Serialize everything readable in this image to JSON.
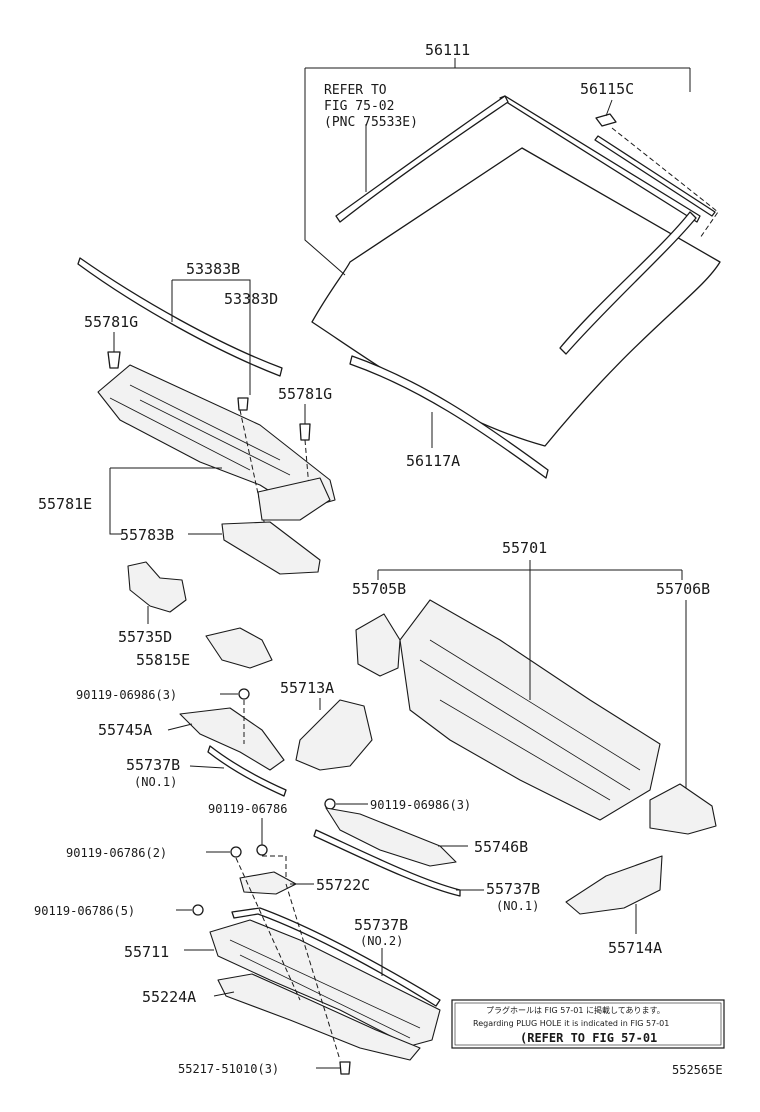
{
  "labels": {
    "p56111": "56111",
    "refer_l1": "REFER TO",
    "refer_l2": "FIG 75-02",
    "refer_l3": "(PNC 75533E)",
    "p56115c": "56115C",
    "p53383b": "53383B",
    "p53383d": "53383D",
    "p55781g_a": "55781G",
    "p55781g_b": "55781G",
    "p56117a": "56117A",
    "p55781e": "55781E",
    "p55783b": "55783B",
    "p55701": "55701",
    "p55705b": "55705B",
    "p55706b": "55706B",
    "p55735d": "55735D",
    "p55815e": "55815E",
    "b_90119_06986_3a": "90119-06986(3)",
    "p55713a": "55713A",
    "p55745a": "55745A",
    "p55737b_1": "55737B",
    "no1_a": "(NO.1)",
    "b_90119_06986_3b": "90119-06986(3)",
    "b_90119_06786": "90119-06786",
    "p55746b": "55746B",
    "b_90119_06786_2": "90119-06786(2)",
    "p55722c": "55722C",
    "p55737b_2": "55737B",
    "no1_b": "(NO.1)",
    "b_90119_06786_5": "90119-06786(5)",
    "p55714a": "55714A",
    "p55737b_3": "55737B",
    "no2": "(NO.2)",
    "p55711": "55711",
    "p55224a": "55224A",
    "b_55217_51010_3": "55217-51010(3)"
  },
  "note": {
    "jp": "プラグホールは FIG 57-01 に掲載してあります。",
    "en": "Regarding  PLUG HOLE  it is indicated in FIG  57-01",
    "ref": "(REFER TO FIG 57-01"
  },
  "diagram_code": "552565E"
}
